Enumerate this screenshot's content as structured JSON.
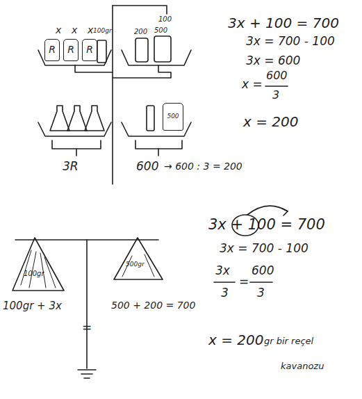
{
  "diagram": {
    "nodes": [
      {
        "text": [
          "R"
        ]
      },
      {
        "text": [
          "R"
        ]
      },
      {
        "text": [
          "R"
        ]
      },
      {
        "text": [
          "500"
        ]
      }
    ],
    "labels": [
      "x",
      "x",
      "x",
      "100gr",
      "100",
      "200",
      "500",
      "3R",
      "600",
      "→ 600 : 3 = 200",
      "3x + 100 = 700",
      "3x = 700 - 100",
      "3x = 600",
      "x =",
      "600",
      "3",
      "x = 200",
      "100gr",
      "500gr",
      "100gr + 3x",
      "=",
      "500 + 200 = 700",
      "3x + 100 = 700",
      "3x = 700 - 100",
      "3x",
      "3",
      "=",
      "600",
      "3",
      "x = 200",
      "gr bir reçel",
      "kavanozu"
    ]
  }
}
